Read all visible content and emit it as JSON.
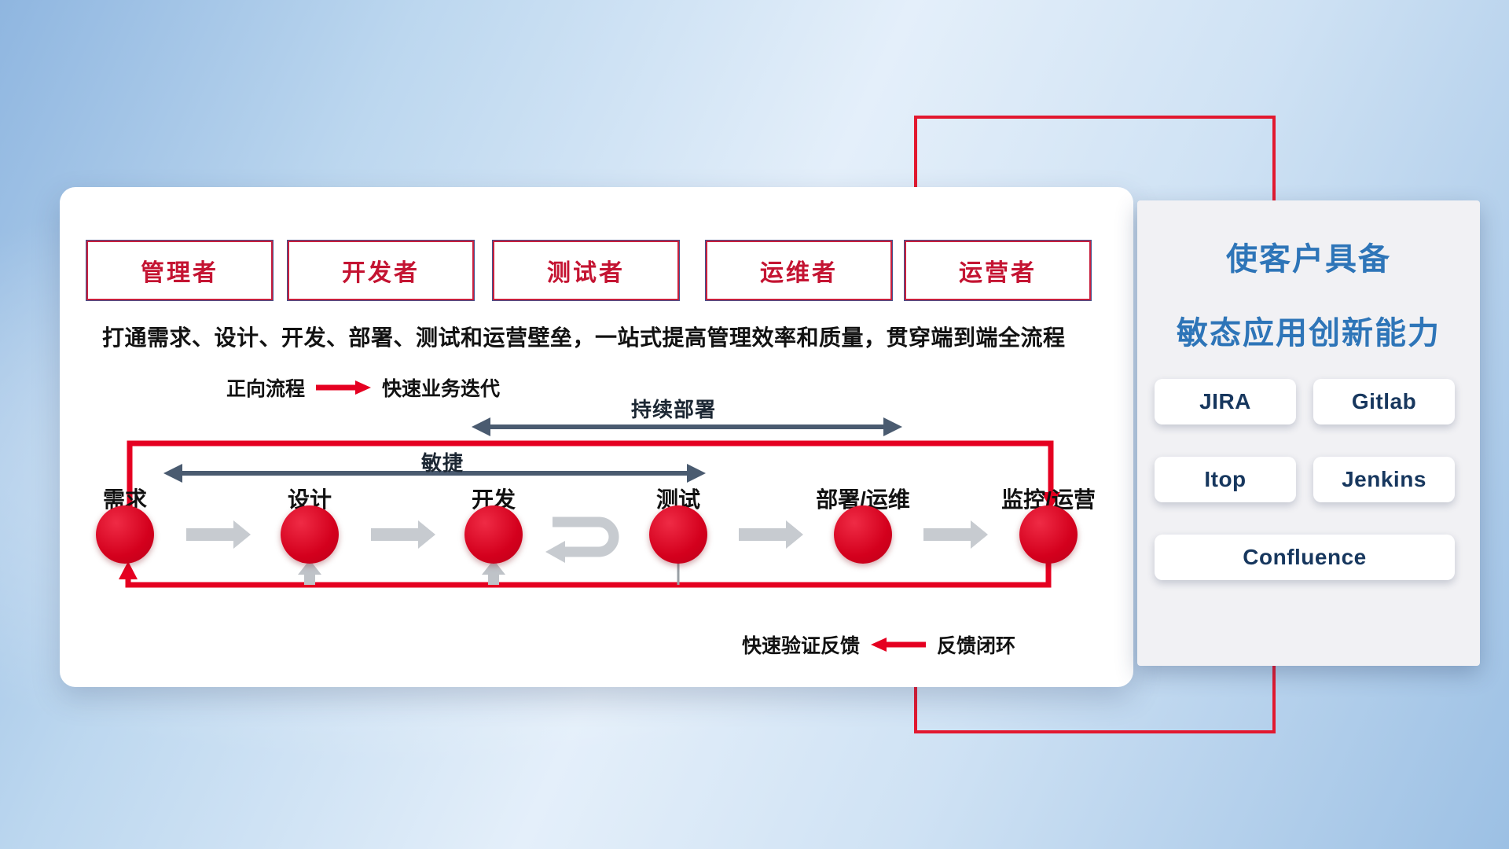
{
  "roles": [
    "管理者",
    "开发者",
    "测试者",
    "运维者",
    "运营者"
  ],
  "description": "打通需求、设计、开发、部署、测试和运营壁垒，一站式提高管理效率和质量，贯穿端到端全流程",
  "forward_legend": {
    "label": "正向流程",
    "value": "快速业务迭代"
  },
  "feedback_legend": {
    "label": "快速验证反馈",
    "value": "反馈闭环"
  },
  "flow": {
    "continuous_deploy_label": "持续部署",
    "agile_label": "敏捷",
    "stages": [
      "需求",
      "设计",
      "开发",
      "测试",
      "部署/运维",
      "监控/运营"
    ]
  },
  "side_panel": {
    "title_line1": "使客户具备",
    "title_line2": "敏态应用创新能力",
    "tools": [
      "JIRA",
      "Gitlab",
      "Itop",
      "Jenkins",
      "Confluence"
    ]
  },
  "icons": {
    "forward_arrow": "right-arrow",
    "feedback_arrow": "left-arrow",
    "agile_span_arrow": "double-headed-arrow",
    "cd_span_arrow": "double-headed-arrow",
    "dev_test_loop": "iteration-loop-arrow"
  },
  "colors": {
    "accent_red": "#e2182f",
    "circle_red": "#d4001d",
    "role_text_red": "#c41432",
    "dark_arrow": "#4a5b70",
    "gray_arrow": "#c7cbd0",
    "title_blue": "#2e75b8",
    "tool_text_navy": "#17375e"
  }
}
